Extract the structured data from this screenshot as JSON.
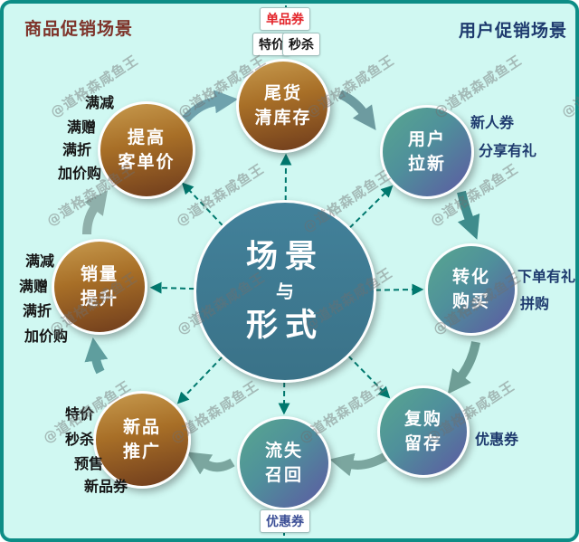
{
  "titles": {
    "product_scene": "商品促销场景",
    "user_scene": "用户促销场景"
  },
  "center_node": {
    "line1": "场景",
    "line2": "与",
    "line3": "形式"
  },
  "top_tags": {
    "single_item_coupon": "单品券",
    "special_price": "特价",
    "flash_sale": "秒杀"
  },
  "bottom_tags": {
    "coupon": "优惠券"
  },
  "nodes": [
    {
      "id": "tail-goods-clearance",
      "line1": "尾货",
      "line2": "清库存"
    },
    {
      "id": "user-acquisition",
      "line1": "用户",
      "line2": "拉新"
    },
    {
      "id": "conversion-purchase",
      "line1": "转化",
      "line2": "购买"
    },
    {
      "id": "repurchase-retention",
      "line1": "复购",
      "line2": "留存"
    },
    {
      "id": "churn-recall",
      "line1": "流失",
      "line2": "召回"
    },
    {
      "id": "new-product-promotion",
      "line1": "新品",
      "line2": "推广"
    },
    {
      "id": "sales-boost",
      "line1": "销量",
      "line2": "提升"
    },
    {
      "id": "raise-aov",
      "line1": "提高",
      "line2": "客单价"
    }
  ],
  "labels": {
    "raise_aov": [
      "满减",
      "满赠",
      "满折",
      "加价购"
    ],
    "sales_boost": [
      "满减",
      "满赠",
      "满折",
      "加价购"
    ],
    "new_product": [
      "特价",
      "秒杀",
      "预售",
      "新品券"
    ],
    "user_acquisition": [
      "新人券",
      "分享有礼"
    ],
    "conversion": [
      "下单有礼",
      "拼购"
    ],
    "repurchase": [
      "优惠券"
    ]
  },
  "watermark": {
    "text": "@道格森咸鱼王"
  },
  "colors": {
    "background": "#d0f8f2",
    "frame": "#0d8d86",
    "product_title": "#7e332a",
    "user_title": "#1e3a6e",
    "black_label": "#151515",
    "navy_label": "#1e3a6e",
    "coupon_red": "#e3242a",
    "boxed_coupon_blue": "#3c4f96",
    "center_circle": "#3f7a8f",
    "product_circle_top": "#c79a4e",
    "product_circle_bottom": "#6e3b1c",
    "user_circle_top": "#58a78f",
    "user_circle_bottom": "#5d58a2",
    "dashed_line": "#00786e",
    "flow_arrow": "#6aa0a2"
  }
}
